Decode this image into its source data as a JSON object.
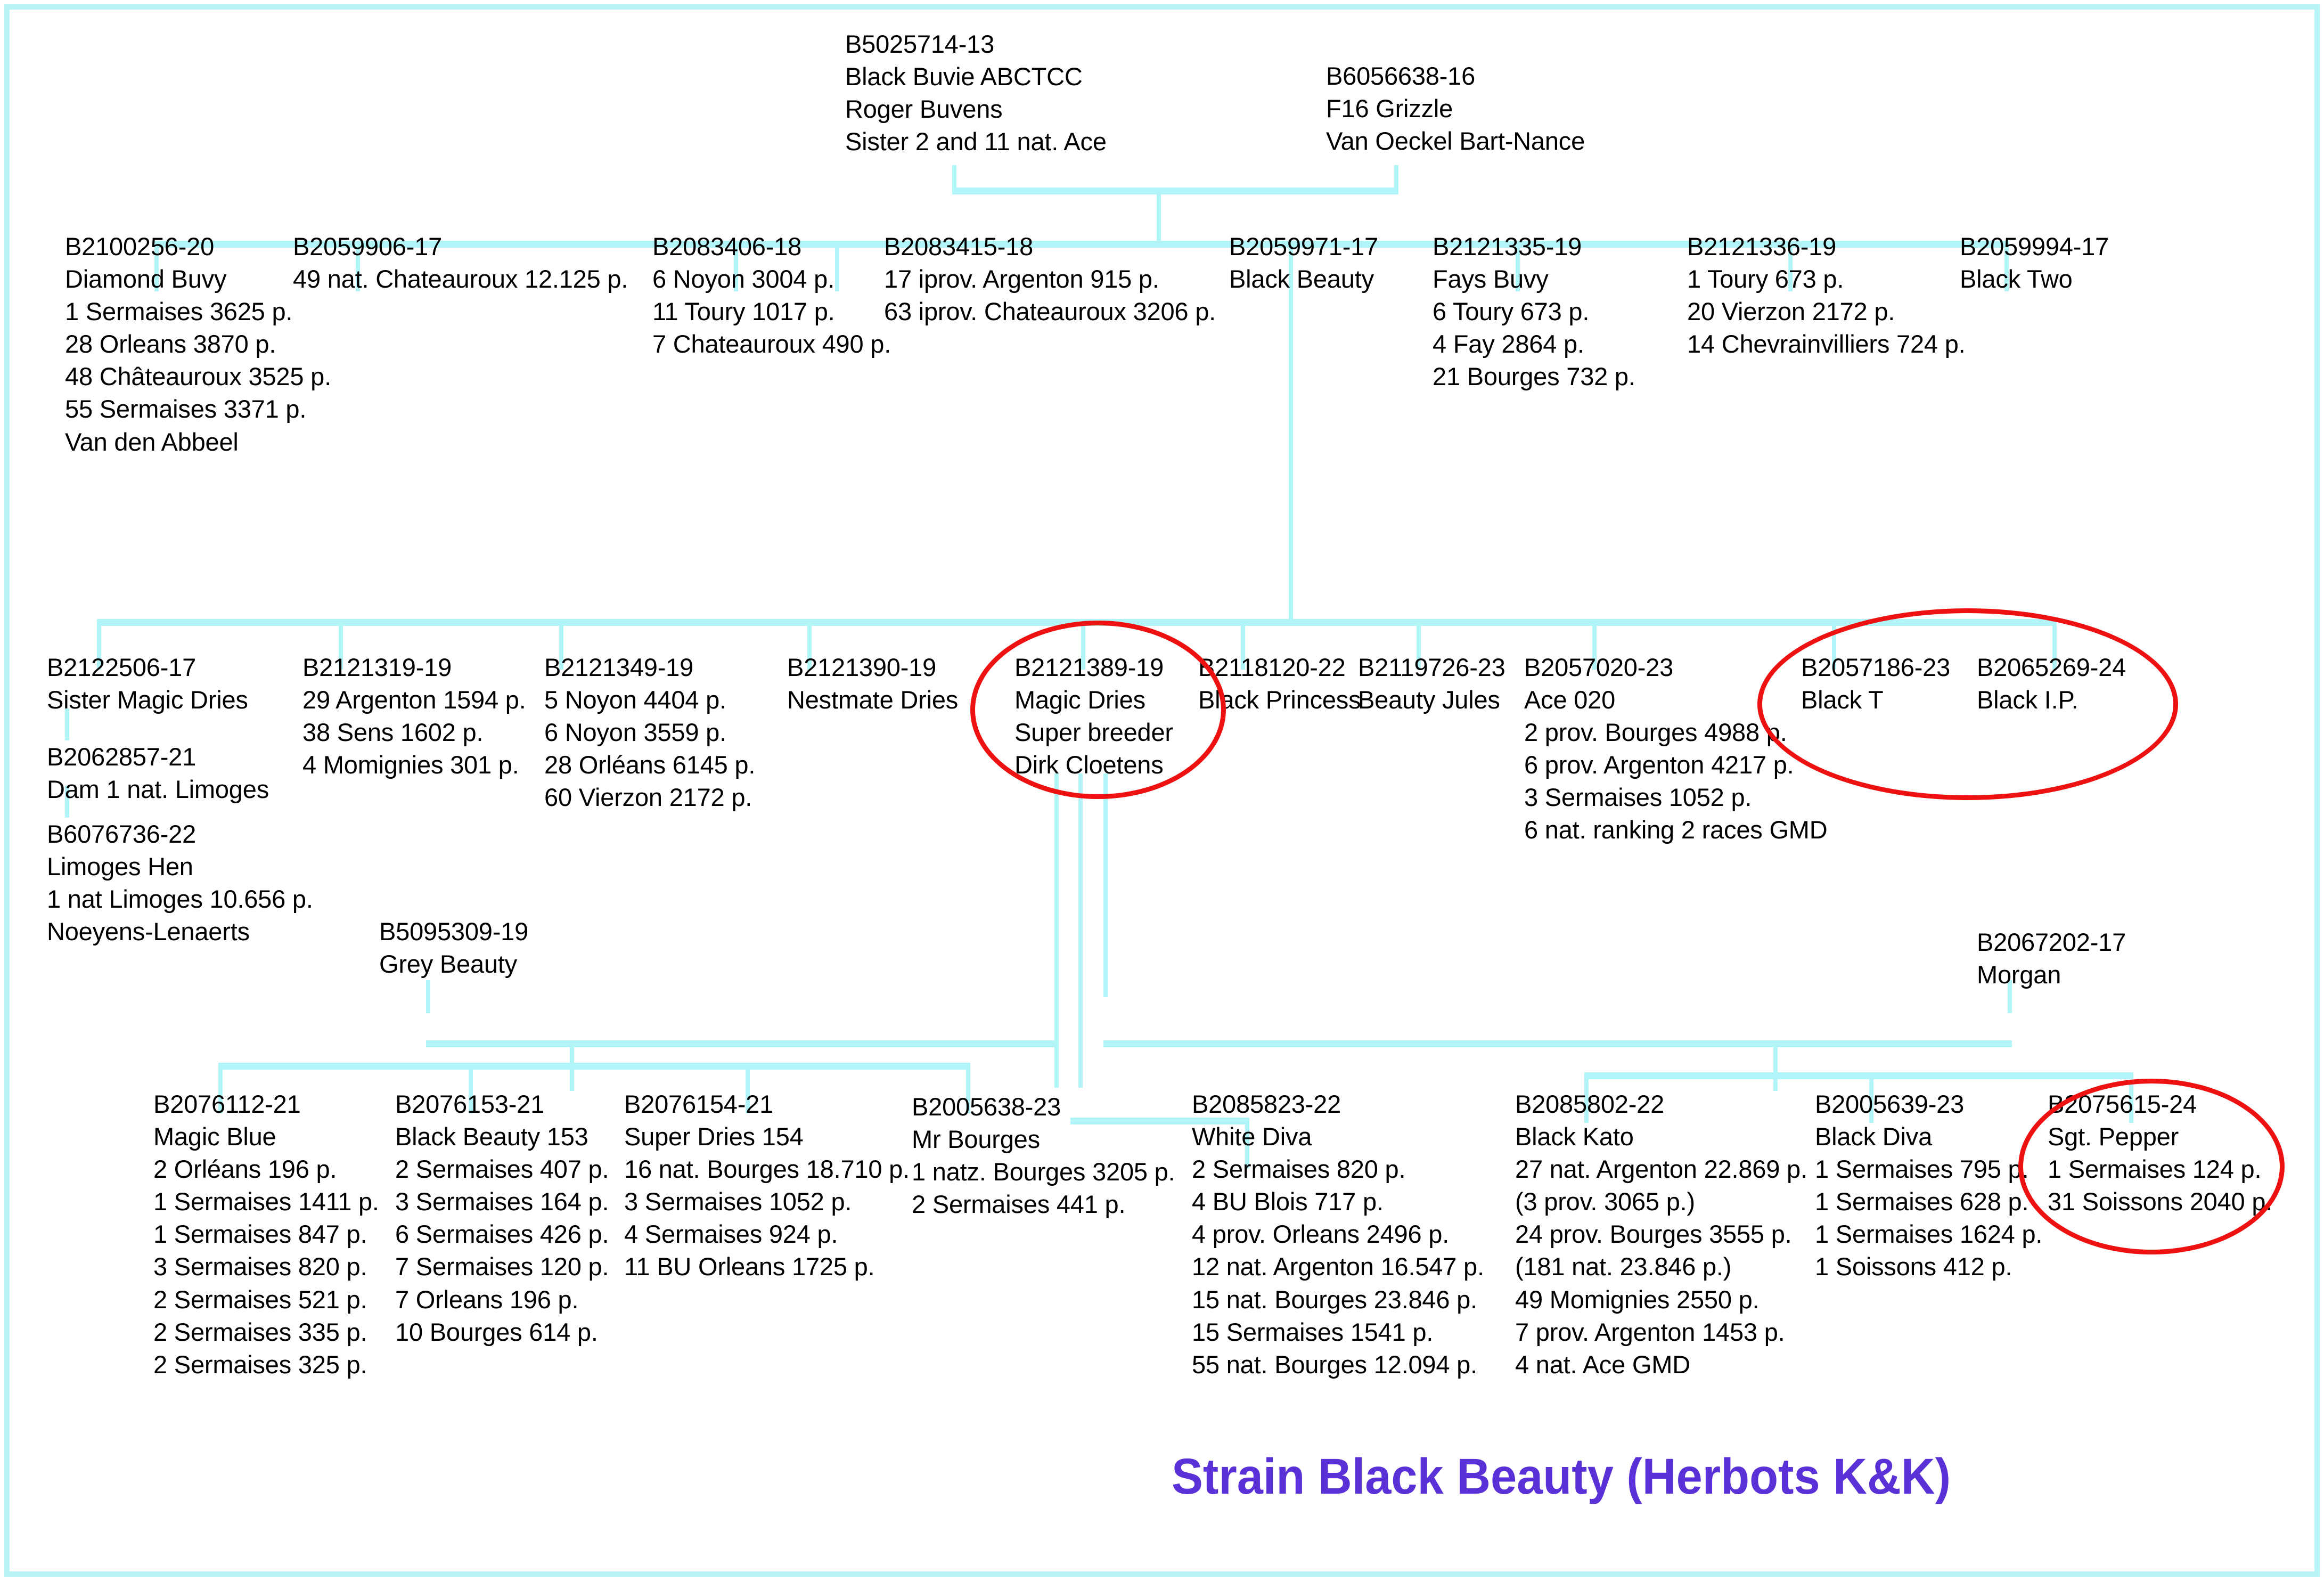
{
  "title": "Strain Black Beauty (Herbots K&K)",
  "colors": {
    "connector": "#b2f5f9",
    "frame": "#b8f3f7",
    "highlight": "#ee1111",
    "title": "#5a31d6",
    "text": "#000000"
  },
  "generations": {
    "gen1": [
      {
        "id": "B5025714-13",
        "lines": [
          "B5025714-13",
          "Black Buvie ABCTCC",
          "Roger Buvens",
          "Sister 2 and 11 nat. Ace"
        ]
      },
      {
        "id": "B6056638-16",
        "lines": [
          "B6056638-16",
          "F16 Grizzle",
          "Van Oeckel Bart-Nance"
        ]
      }
    ],
    "gen2": [
      {
        "id": "B2100256-20",
        "lines": [
          "B2100256-20",
          "Diamond Buvy",
          "1 Sermaises 3625 p.",
          "28 Orleans 3870 p.",
          "48 Châteauroux 3525 p.",
          "55 Sermaises 3371 p.",
          "Van den Abbeel"
        ]
      },
      {
        "id": "B2059906-17",
        "lines": [
          "B2059906-17",
          "49 nat. Chateauroux 12.125 p."
        ]
      },
      {
        "id": "B2083406-18",
        "lines": [
          "B2083406-18",
          "6 Noyon 3004 p.",
          "11 Toury 1017 p.",
          "7 Chateauroux 490 p."
        ]
      },
      {
        "id": "B2083415-18",
        "lines": [
          "B2083415-18",
          "17 iprov. Argenton 915 p.",
          "63 iprov. Chateauroux 3206 p."
        ]
      },
      {
        "id": "B2059971-17",
        "lines": [
          "B2059971-17",
          "Black Beauty"
        ]
      },
      {
        "id": "B2121335-19",
        "lines": [
          "B2121335-19",
          "Fays Buvy",
          "6 Toury 673 p.",
          "4 Fay 2864 p.",
          "21 Bourges 732 p."
        ]
      },
      {
        "id": "B2121336-19",
        "lines": [
          "B2121336-19",
          "1 Toury 673 p.",
          "20 Vierzon 2172 p.",
          "14 Chevrainvilliers 724 p."
        ]
      },
      {
        "id": "B2059994-17",
        "lines": [
          "B2059994-17",
          "Black Two"
        ]
      }
    ],
    "gen3": [
      {
        "id": "B2122506-17",
        "lines": [
          "B2122506-17",
          "Sister Magic Dries"
        ]
      },
      {
        "id": "B2062857-21",
        "lines": [
          "B2062857-21",
          "Dam 1 nat. Limoges"
        ]
      },
      {
        "id": "B6076736-22",
        "lines": [
          "B6076736-22",
          "Limoges Hen",
          "1 nat Limoges 10.656 p.",
          "Noeyens-Lenaerts"
        ]
      },
      {
        "id": "B2121319-19",
        "lines": [
          "B2121319-19",
          "29 Argenton 1594 p.",
          "38 Sens 1602 p.",
          "4 Momignies 301 p."
        ]
      },
      {
        "id": "B2121349-19",
        "lines": [
          "B2121349-19",
          "5 Noyon 4404 p.",
          "6 Noyon 3559 p.",
          "28 Orléans 6145 p.",
          "60 Vierzon 2172 p."
        ]
      },
      {
        "id": "B2121390-19",
        "lines": [
          "B2121390-19",
          "Nestmate Dries"
        ]
      },
      {
        "id": "B2121389-19",
        "lines": [
          "B2121389-19",
          "Magic Dries",
          "Super breeder",
          "Dirk Cloetens"
        ],
        "highlighted": true
      },
      {
        "id": "B2118120-22",
        "lines": [
          "B2118120-22",
          "Black Princess"
        ]
      },
      {
        "id": "B2119726-23",
        "lines": [
          "B2119726-23",
          "Beauty Jules"
        ]
      },
      {
        "id": "B2057020-23",
        "lines": [
          "B2057020-23",
          "Ace 020",
          "2 prov. Bourges 4988 p.",
          "6 prov. Argenton 4217 p.",
          "3 Sermaises 1052 p.",
          "6 nat. ranking 2 races GMD"
        ]
      },
      {
        "id": "B2057186-23",
        "lines": [
          "B2057186-23",
          "Black T"
        ],
        "highlighted": true
      },
      {
        "id": "B2065269-24",
        "lines": [
          "B2065269-24",
          "Black I.P."
        ],
        "highlighted": true
      }
    ],
    "gen3b": [
      {
        "id": "B5095309-19",
        "lines": [
          "B5095309-19",
          "Grey Beauty"
        ]
      },
      {
        "id": "B2067202-17",
        "lines": [
          "B2067202-17",
          "Morgan"
        ]
      }
    ],
    "gen4": [
      {
        "id": "B2076112-21",
        "lines": [
          "B2076112-21",
          "Magic Blue",
          "2 Orléans 196 p.",
          "1 Sermaises 1411 p.",
          "1 Sermaises 847 p.",
          "3 Sermaises 820 p.",
          "2 Sermaises 521 p.",
          "2 Sermaises 335 p.",
          "2 Sermaises 325 p."
        ]
      },
      {
        "id": "B2076153-21",
        "lines": [
          "B2076153-21",
          "Black Beauty 153",
          "2 Sermaises 407 p.",
          "3 Sermaises 164 p.",
          "6 Sermaises 426 p.",
          "7 Sermaises 120 p.",
          "7 Orleans 196 p.",
          "10 Bourges 614 p."
        ]
      },
      {
        "id": "B2076154-21",
        "lines": [
          "B2076154-21",
          "Super Dries 154",
          "16 nat. Bourges 18.710 p.",
          "3 Sermaises 1052 p.",
          "4 Sermaises 924 p.",
          "11 BU Orleans 1725 p."
        ]
      },
      {
        "id": "B2005638-23",
        "lines": [
          "B2005638-23",
          "Mr Bourges",
          "1 natz. Bourges 3205 p.",
          "2 Sermaises 441 p."
        ]
      },
      {
        "id": "B2085823-22",
        "lines": [
          "B2085823-22",
          "White Diva",
          "2 Sermaises 820 p.",
          "4 BU Blois 717 p.",
          "4 prov. Orleans 2496 p.",
          "12 nat. Argenton 16.547 p.",
          "15 nat. Bourges 23.846 p.",
          "15 Sermaises 1541 p.",
          "55 nat. Bourges 12.094 p."
        ]
      },
      {
        "id": "B2085802-22",
        "lines": [
          "B2085802-22",
          "Black Kato",
          "27 nat. Argenton 22.869 p.",
          "(3 prov. 3065 p.)",
          "24 prov. Bourges 3555 p.",
          "(181 nat. 23.846 p.)",
          "49 Momignies 2550 p.",
          "7 prov. Argenton 1453 p.",
          "4 nat. Ace GMD"
        ]
      },
      {
        "id": "B2005639-23",
        "lines": [
          "B2005639-23",
          "Black Diva",
          "1 Sermaises 795 p.",
          "1 Sermaises 628 p.",
          "1 Sermaises 1624 p.",
          "1 Soissons 412 p."
        ]
      },
      {
        "id": "B2075615-24",
        "lines": [
          "B2075615-24",
          "Sgt. Pepper",
          "1 Sermaises 124 p.",
          "31 Soissons 2040 p."
        ],
        "highlighted": true
      }
    ]
  }
}
